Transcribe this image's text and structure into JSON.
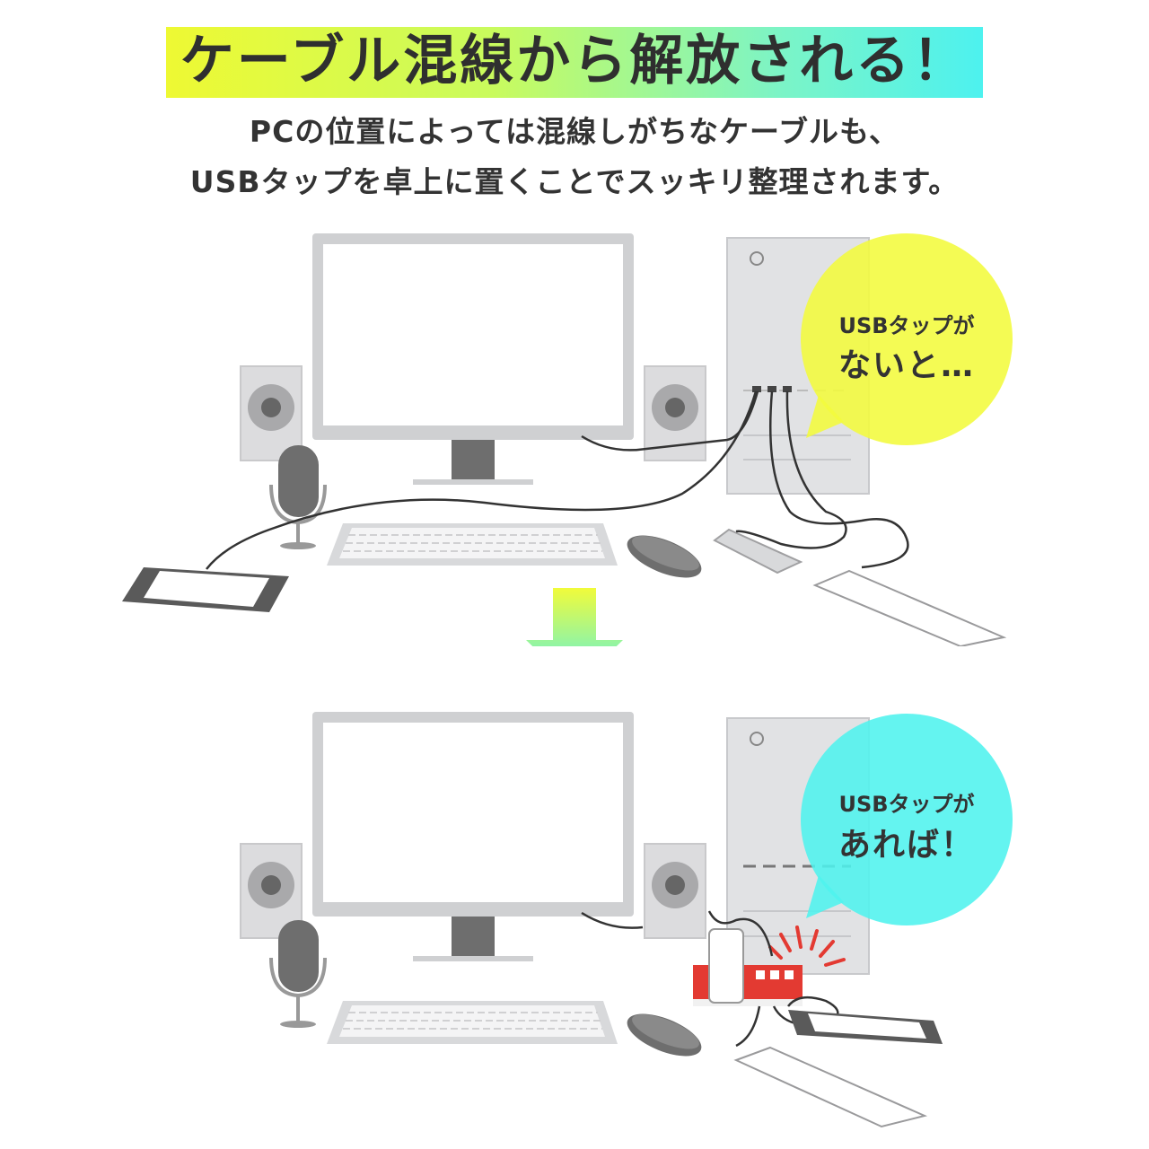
{
  "headline": "ケーブル混線から解放される！",
  "subtitle": {
    "line1": "PCの位置によっては混線しがちなケーブルも、",
    "line2": "USBタップを卓上に置くことでスッキリ整理されます。"
  },
  "before": {
    "bubble_line1": "USBタップが",
    "bubble_line2": "ないと…",
    "bubble_color": "#f2fb3c"
  },
  "after": {
    "bubble_line1": "USBタップが",
    "bubble_line2": "あれば！",
    "bubble_color": "#4ef2ee"
  },
  "colors": {
    "device_gray": "#dadbdd",
    "dark_gray": "#6b6b6b",
    "usb_tap_red": "#e33a32",
    "arrow_top": "#f1fb3a",
    "arrow_bottom": "#4ef0ee"
  }
}
